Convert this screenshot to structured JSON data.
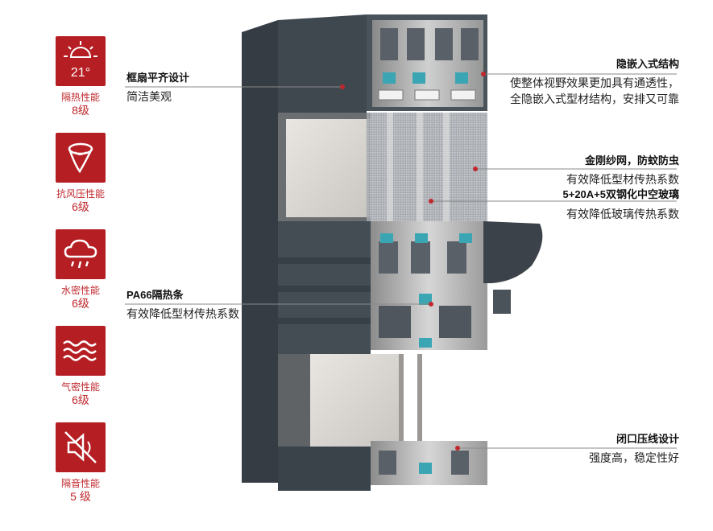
{
  "performance": [
    {
      "icon": "sun-temperature-icon",
      "icon_text": "21°",
      "name": "隔热性能",
      "level": "8级"
    },
    {
      "icon": "wind-cone-icon",
      "name": "抗风压性能",
      "level": "6级"
    },
    {
      "icon": "cloud-rain-icon",
      "name": "水密性能",
      "level": "6级"
    },
    {
      "icon": "air-waves-icon",
      "name": "气密性能",
      "level": "6级"
    },
    {
      "icon": "mute-speaker-icon",
      "name": "隔音性能",
      "level": "5 级"
    }
  ],
  "callouts": {
    "frame": {
      "title": "框扇平齐设计",
      "desc": "简洁美观"
    },
    "hidden": {
      "title": "隐嵌入式结构",
      "desc1": "使整体视野效果更加具有通透性，",
      "desc2": "全隐嵌入式型材结构，安排又可靠"
    },
    "screen": {
      "title": "金刚纱网，防蚊防虫",
      "desc": "有效降低型材传热系数"
    },
    "glass": {
      "title": "5+20A+5双钢化中空玻璃",
      "desc": "有效降低玻璃传热系数"
    },
    "pa66": {
      "title": "PA66隔热条",
      "desc": "有效降低型材传热系数"
    },
    "closed": {
      "title": "闭口压线设计",
      "desc": "强度高，稳定性好"
    }
  },
  "colors": {
    "accent_red": "#b51e23",
    "profile_dark": "#3a424a",
    "profile_mid": "#4a535c",
    "aluminum": "#b9b9b9"
  }
}
